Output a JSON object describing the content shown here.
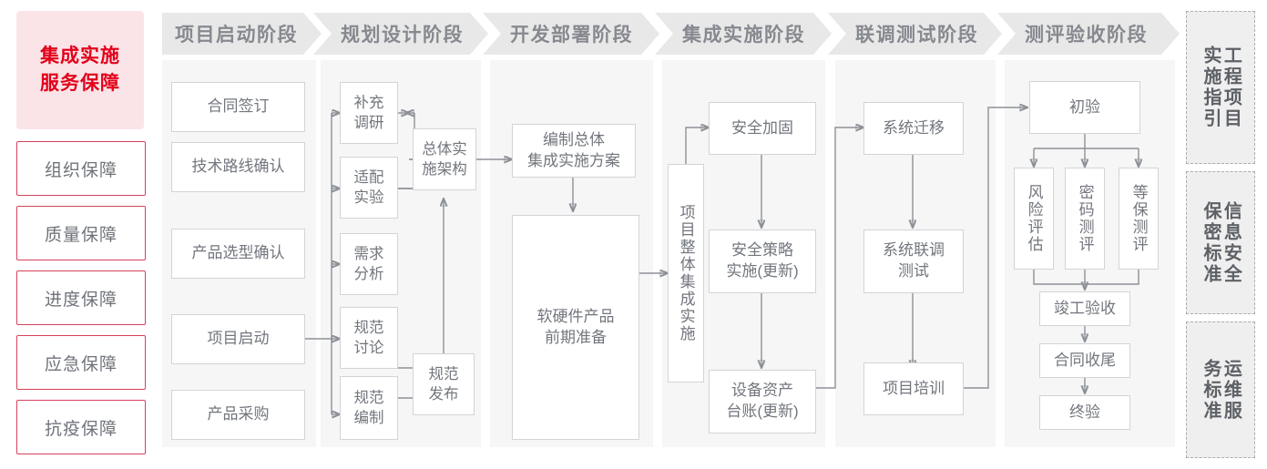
{
  "guarantee": {
    "title": "集成实施\n服务保障",
    "title_line1": "集成实施",
    "title_line2": "服务保障",
    "accent_color": "#e2001a",
    "bg_color": "#fbe4e8",
    "border_color": "#d8415a",
    "items": [
      {
        "label": "组织保障"
      },
      {
        "label": "质量保障"
      },
      {
        "label": "进度保障"
      },
      {
        "label": "应急保障"
      },
      {
        "label": "抗疫保障"
      }
    ]
  },
  "phases": [
    {
      "header": "项目启动阶段",
      "nodes": [
        {
          "label": "合同签订"
        },
        {
          "label": "技术路线确认"
        },
        {
          "label": "产品选型确认"
        },
        {
          "label": "项目启动"
        },
        {
          "label": "产品采购"
        }
      ]
    },
    {
      "header": "规划设计阶段",
      "nodes": [
        {
          "label": "补充\n调研"
        },
        {
          "label": "适配\n实验"
        },
        {
          "label": "需求\n分析"
        },
        {
          "label": "规范\n讨论"
        },
        {
          "label": "规范\n编制"
        },
        {
          "label": "总体实\n施架构"
        },
        {
          "label": "规范\n发布"
        }
      ]
    },
    {
      "header": "开发部署阶段",
      "nodes": [
        {
          "label": "编制总体\n集成实施方案"
        },
        {
          "label": "软硬件产品\n前期准备"
        }
      ]
    },
    {
      "header": "集成实施阶段",
      "nodes": [
        {
          "label": "项目整体集成实施"
        },
        {
          "label": "安全加固"
        },
        {
          "label": "安全策略\n实施(更新)"
        },
        {
          "label": "设备资产\n台账(更新)"
        }
      ]
    },
    {
      "header": "联调测试阶段",
      "nodes": [
        {
          "label": "系统迁移"
        },
        {
          "label": "系统联调\n测试"
        },
        {
          "label": "项目培训"
        }
      ]
    },
    {
      "header": "测评验收阶段",
      "nodes": [
        {
          "label": "初验"
        },
        {
          "label": "风险评估"
        },
        {
          "label": "密码测评"
        },
        {
          "label": "等保测评"
        },
        {
          "label": "竣工验收"
        },
        {
          "label": "合同收尾"
        },
        {
          "label": "终验"
        }
      ]
    }
  ],
  "standards": [
    {
      "label": "工程项目实施指引"
    },
    {
      "label": "信息安全保密标准"
    },
    {
      "label": "运维服务标准"
    }
  ],
  "colors": {
    "phase_header_bg": "#e8e8e8",
    "phase_body_bg": "#f6f6f6",
    "node_border": "#d2d4d7",
    "text": "#72767d",
    "wire": "#8d9197"
  }
}
